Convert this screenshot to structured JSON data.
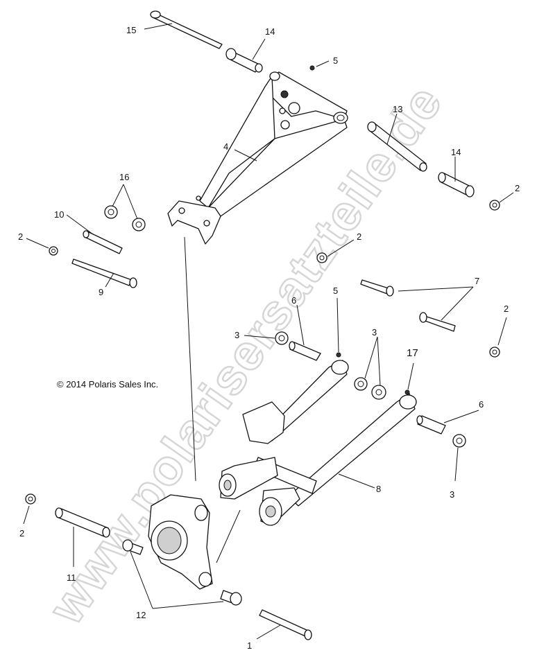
{
  "watermark": "www.polarisersatzteile.de",
  "copyright": "© 2014 Polaris Sales Inc.",
  "callouts": [
    "15",
    "14",
    "5",
    "13",
    "14",
    "2",
    "4",
    "16",
    "10",
    "2",
    "9",
    "2",
    "7",
    "6",
    "5",
    "3",
    "3",
    "17",
    "2",
    "6",
    "8",
    "3",
    "2",
    "11",
    "12",
    "1"
  ]
}
